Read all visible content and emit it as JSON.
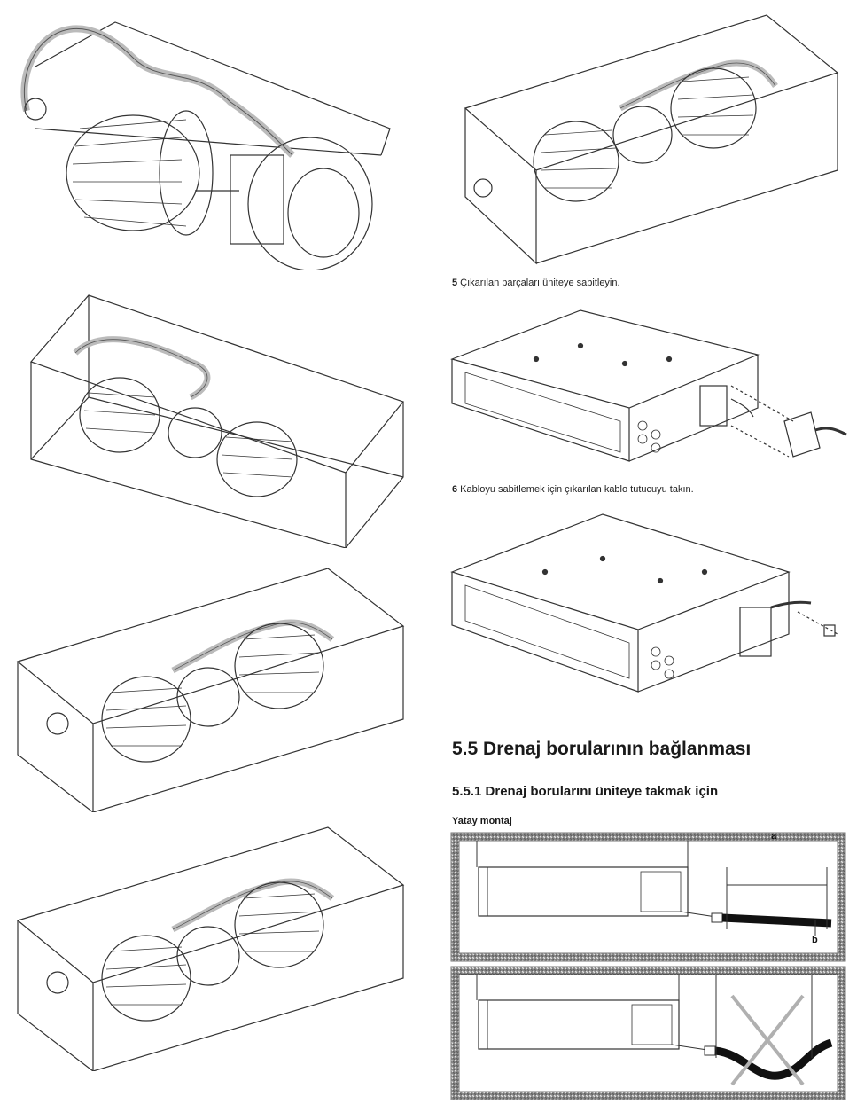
{
  "steps": [
    {
      "number": "5",
      "text": " Çıkarılan parçaları üniteye sabitleyin."
    },
    {
      "number": "6",
      "text": " Kabloyu sabitlemek için çıkarılan kablo tutucuyu takın."
    }
  ],
  "section": {
    "title": "5.5 Drenaj borularının bağlanması",
    "subsection": "5.5.1 Drenaj borularını üniteye takmak için",
    "subheading": "Yatay montaj"
  },
  "diagram_labels": {
    "a": "a",
    "b": "b"
  },
  "colors": {
    "line": "#333333",
    "pipe": "#b8b8b8",
    "hatch": "#9a9a9a",
    "drain": "#111111",
    "cross": "#b0b0b0"
  }
}
